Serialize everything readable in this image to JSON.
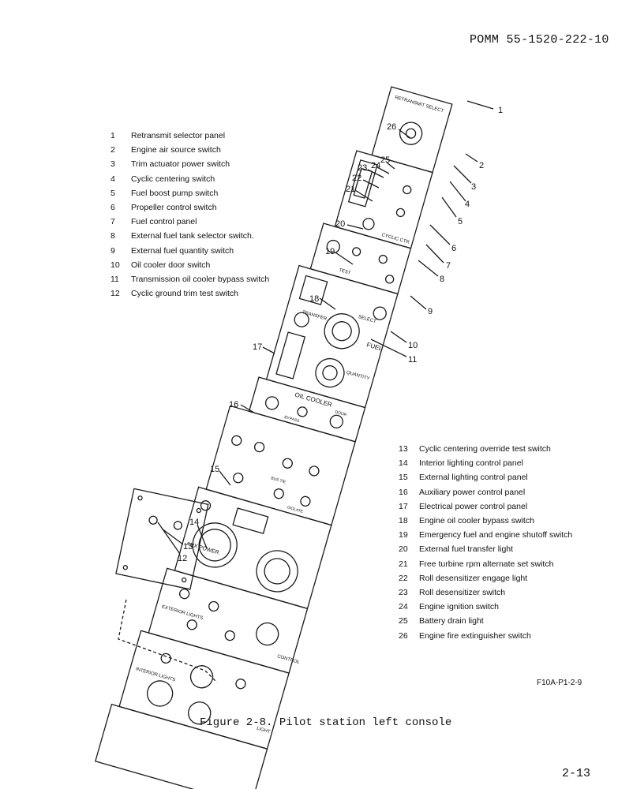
{
  "header": {
    "document_ref": "POMM 55-1520-222-10"
  },
  "legend_left": [
    {
      "num": "1",
      "label": "Retransmit selector panel"
    },
    {
      "num": "2",
      "label": "Engine air source switch"
    },
    {
      "num": "3",
      "label": "Trim actuator power switch"
    },
    {
      "num": "4",
      "label": "Cyclic centering switch"
    },
    {
      "num": "5",
      "label": "Fuel boost pump switch"
    },
    {
      "num": "6",
      "label": "Propeller control switch"
    },
    {
      "num": "7",
      "label": "Fuel control panel"
    },
    {
      "num": "8",
      "label": "External fuel tank selector switch."
    },
    {
      "num": "9",
      "label": "External fuel quantity switch"
    },
    {
      "num": "10",
      "label": "Oil cooler door switch"
    },
    {
      "num": "11",
      "label": "Transmission oil cooler bypass switch"
    },
    {
      "num": "12",
      "label": "Cyclic ground trim test switch"
    }
  ],
  "legend_right": [
    {
      "num": "13",
      "label": "Cyclic centering override test switch"
    },
    {
      "num": "14",
      "label": "Interior lighting control panel"
    },
    {
      "num": "15",
      "label": "External lighting control panel"
    },
    {
      "num": "16",
      "label": "Auxiliary power control panel"
    },
    {
      "num": "17",
      "label": "Electrical power control panel"
    },
    {
      "num": "18",
      "label": "Engine oil cooler bypass switch"
    },
    {
      "num": "19",
      "label": "Emergency fuel and engine shutoff switch"
    },
    {
      "num": "20",
      "label": "External fuel transfer light"
    },
    {
      "num": "21",
      "label": "Free turbine rpm alternate set switch"
    },
    {
      "num": "22",
      "label": "Roll desensitizer engage light"
    },
    {
      "num": "23",
      "label": "Roll desensitizer switch"
    },
    {
      "num": "24",
      "label": "Engine ignition switch"
    },
    {
      "num": "25",
      "label": "Battery drain light"
    },
    {
      "num": "26",
      "label": "Engine fire extinguisher switch"
    }
  ],
  "callouts": [
    "1",
    "2",
    "3",
    "4",
    "5",
    "6",
    "7",
    "8",
    "9",
    "10",
    "11",
    "12",
    "13",
    "14",
    "15",
    "16",
    "17",
    "18",
    "19",
    "20",
    "21",
    "22",
    "23",
    "24",
    "25",
    "26"
  ],
  "panel_labels": {
    "retransmit": "RETRANSMIT SELECT",
    "cyclic_ctr": "CYCLIC CTR",
    "fuel": "FUEL",
    "oil_cooler": "OIL COOLER",
    "aux_power": "AUX POWER",
    "ext_lights": "EXTERIOR LIGHTS",
    "int_lights": "INTERIOR LIGHTS",
    "control": "CONTROL",
    "light": "LIGHT",
    "transfer": "TRANSFER",
    "select": "SELECT",
    "quantity": "QUANTITY",
    "door": "DOOR",
    "bypass": "BYPASS",
    "test": "TEST",
    "bus_tie": "BUS TIE",
    "isolate": "ISOLATE"
  },
  "art_code": "F10A-P1-2-9",
  "caption": "Figure 2-8.  Pilot station left console",
  "page_number": "2-13"
}
